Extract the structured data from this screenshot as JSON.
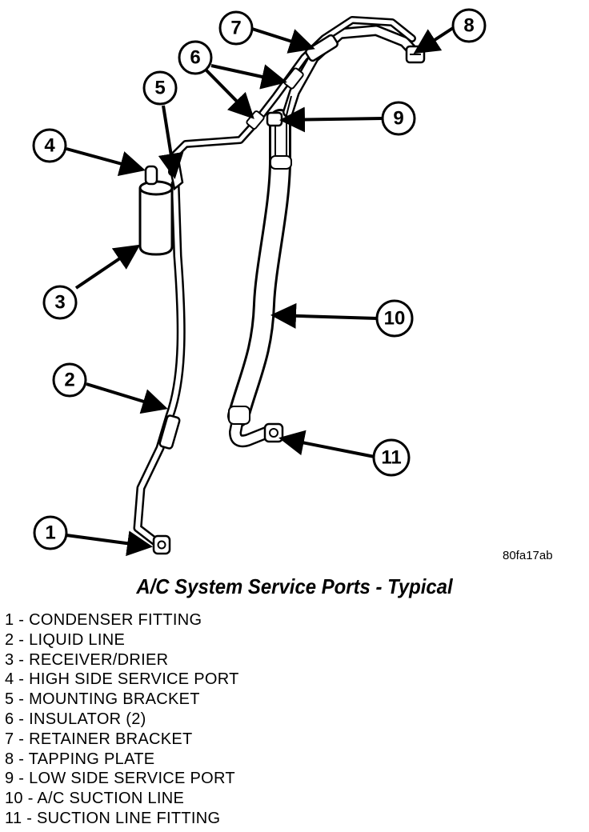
{
  "figure_id": "80fa17ab",
  "caption": "A/C System Service Ports - Typical",
  "callouts": [
    {
      "num": "1",
      "name": "CONDENSER FITTING"
    },
    {
      "num": "2",
      "name": "LIQUID LINE"
    },
    {
      "num": "3",
      "name": "RECEIVER/DRIER"
    },
    {
      "num": "4",
      "name": "HIGH SIDE SERVICE PORT"
    },
    {
      "num": "5",
      "name": "MOUNTING BRACKET"
    },
    {
      "num": "6",
      "name": "INSULATOR (2)"
    },
    {
      "num": "7",
      "name": "RETAINER BRACKET"
    },
    {
      "num": "8",
      "name": "TAPPING PLATE"
    },
    {
      "num": "9",
      "name": "LOW SIDE SERVICE PORT"
    },
    {
      "num": "10",
      "name": "A/C SUCTION LINE"
    },
    {
      "num": "11",
      "name": "SUCTION LINE FITTING"
    }
  ],
  "legend": [
    "1 - CONDENSER FITTING",
    "2 - LIQUID LINE",
    "3 - RECEIVER/DRIER",
    "4 - HIGH SIDE SERVICE PORT",
    "5 - MOUNTING BRACKET",
    "6 - INSULATOR (2)",
    "7 - RETAINER BRACKET",
    "8 - TAPPING PLATE",
    "9 - LOW SIDE SERVICE PORT",
    "10 - A/C SUCTION LINE",
    "11 - SUCTION LINE FITTING"
  ]
}
